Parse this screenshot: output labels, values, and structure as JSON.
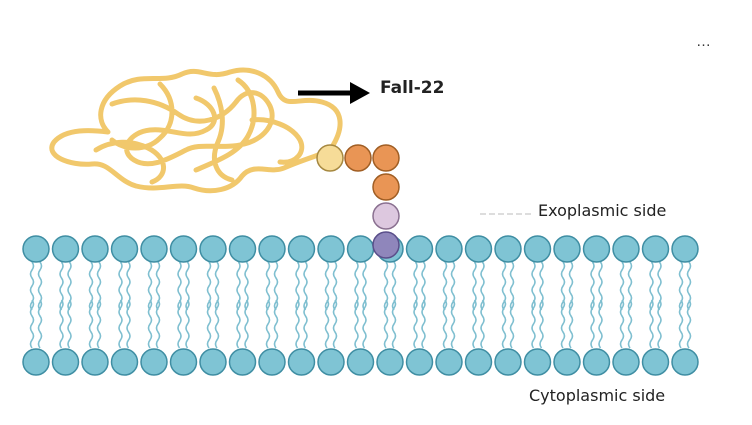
{
  "menu": {
    "glyph": "…"
  },
  "labels": {
    "peptide": "Fall-22",
    "outer_face": "Exoplasmic side",
    "inner_face": "Cytoplasmic side"
  },
  "colors": {
    "chain": "#f1c86c",
    "head_fill": "#7fc4d4",
    "head_stroke": "#3f8ea3",
    "tail": "#7fbfd0",
    "bead_light": "#f6dc98",
    "bead_orange": "#e99555",
    "bead_lilac": "#ddc8df",
    "bead_purple": "#8f86bb",
    "arrow": "#000000"
  },
  "icons": {
    "menu": "more-horizontal-icon",
    "arrow": "arrow-right-icon"
  }
}
